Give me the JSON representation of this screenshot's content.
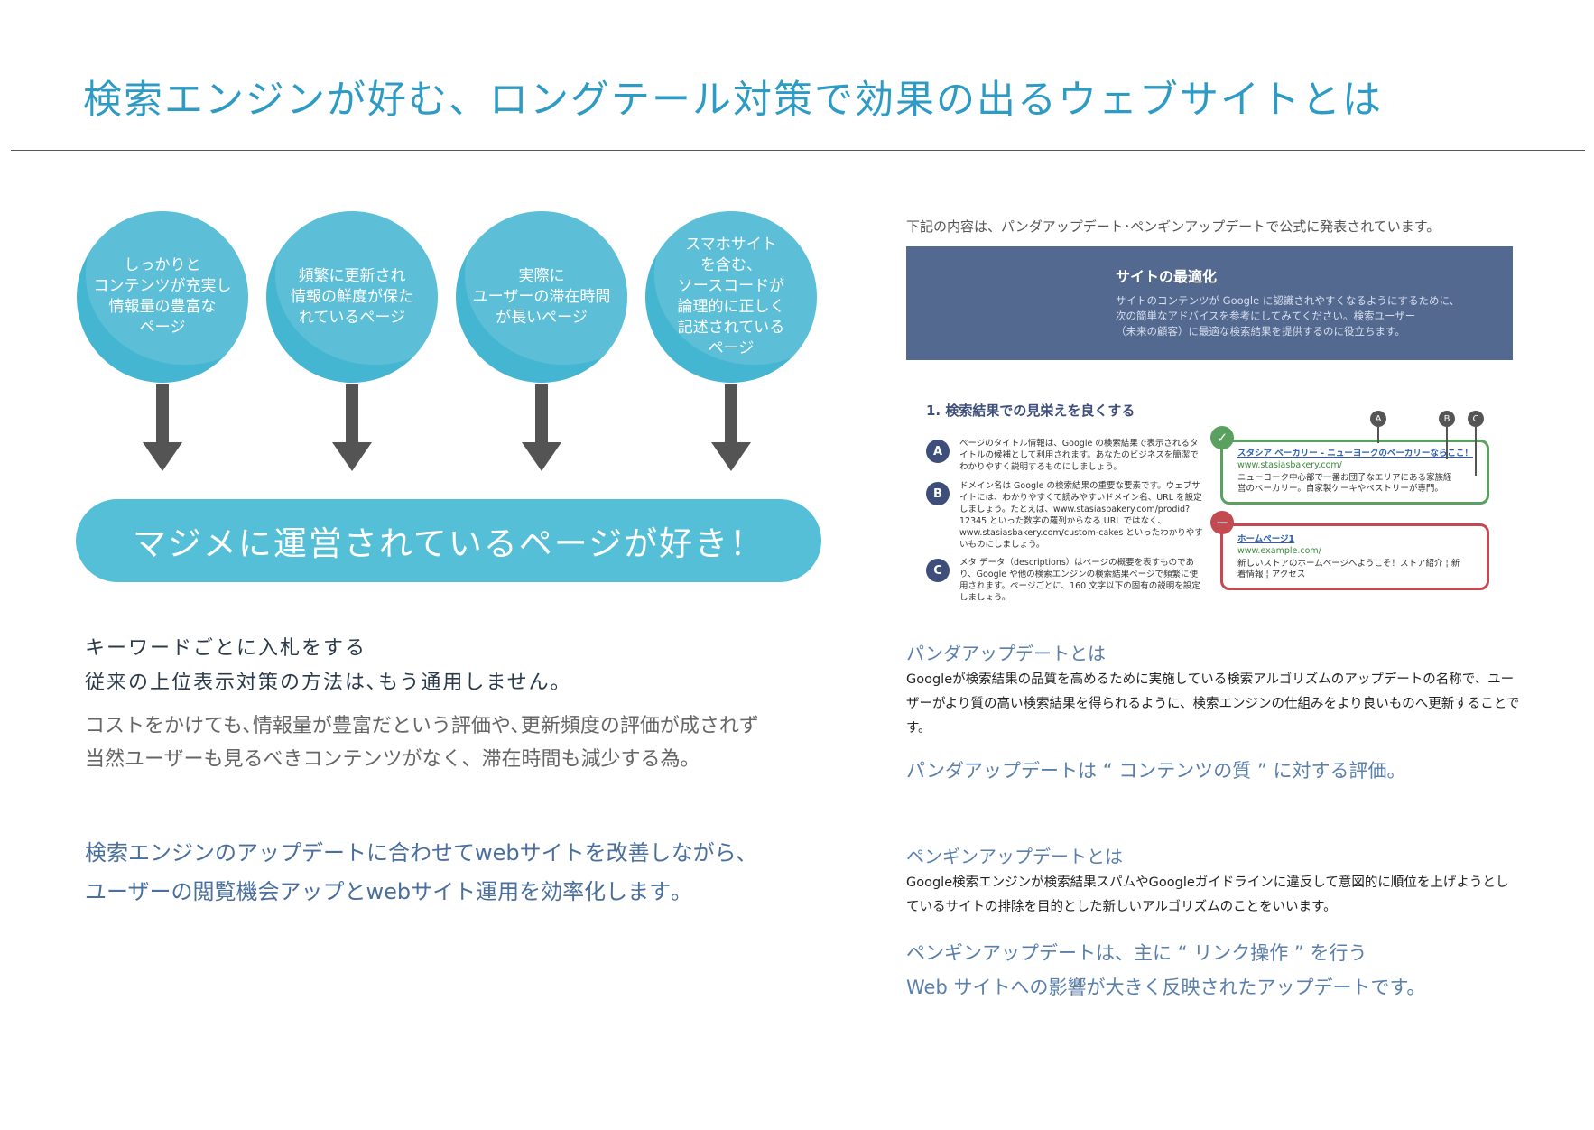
{
  "title": "検索エンジンが好む、ロングテール対策で効果の出るウェブサイトとは",
  "circles": [
    "しっかりと\nコンテンツが充実し\n情報量の豊富な\nページ",
    "頻繁に更新され\n情報の鮮度が保た\nれているページ",
    "実際に\nユーザーの滞在時間\nが長いページ",
    "スマホサイト\nを含む、\nソースコードが\n論理的に正しく\n記述されている\nページ"
  ],
  "pill_text": "マジメに運営されているページが好き！",
  "left": {
    "kw_line1": "キーワードごとに入札をする",
    "kw_line2": "従来の上位表示対策の方法は､もう通用しません｡",
    "gray_line1": "コストをかけても､情報量が豊富だという評価や､更新頻度の評価が成されず",
    "gray_line2": "当然ユーザーも見るべきコンテンツがなく、滞在時間も減少する為。",
    "blue_line1": "検索エンジンのアップデートに合わせてwebサイトを改善しながら､",
    "blue_line2": "ユーザーの閲覧機会アップとwebサイト運用を効率化します｡"
  },
  "right": {
    "note": "下記の内容は、パンダアップデート･ペンギンアップデートで公式に発表されています。",
    "banner_title": "サイトの最適化",
    "banner_desc": "サイトのコンテンツが Google に認識されやすくなるようにするために、\n次の簡単なアドバイスを参考にしてみてください。検索ユーザー\n（未来の顧客）に最適な検索結果を提供するのに役立ちます。",
    "section_title": "1. 検索結果での見栄えを良くする",
    "markers": [
      "A",
      "B",
      "C"
    ],
    "ok_icon": "check-icon",
    "ng_icon": "minus-icon",
    "item_a": "ページのタイトル情報は、Google の検索結果で表示されるタイトルの候補として利用されます。あなたのビジネスを簡潔でわかりやすく説明するものにしましょう。",
    "item_b": "ドメイン名は Google の検索結果の重要な要素です。ウェブサイトには、わかりやすくて読みやすいドメイン名、URL を設定しましょう。たとえば、www.stasiasbakery.com/prodid?12345 といった数字の羅列からなる URL ではなく、www.stasiasbakery.com/custom-cakes といったわかりやすいものにしましょう。",
    "item_c": "メタ データ（descriptions）はページの概要を表すものであり、Google や他の検索エンジンの検索結果ページで頻繁に使用されます。ページごとに、160 文字以下の固有の説明を設定しましょう。",
    "good_title": "スタシア ベーカリー - ニューヨークのベーカリーならここ！",
    "good_url": "www.stasiasbakery.com/",
    "good_desc": "ニューヨーク中心部で一番お団子なエリアにある家族経営のベーカリー。自家製ケーキやペストリーが専門。",
    "bad_title": "ホームページ1",
    "bad_url": "www.example.com/",
    "bad_desc": "新しいストアのホームページへようこそ！ストア紹介 ¦ 新着情報 ¦ アクセス",
    "panda_heading": "パンダアップデートとは",
    "panda_body": "Googleが検索結果の品質を高めるために実施している検索アルゴリズムのアップデートの名称で、ユーザーがより質の高い検索結果を得られるように、検索エンジンの仕組みをより良いものへ更新することです。",
    "panda_highlight": "パンダアップデートは “ コンテンツの質 ” に対する評価。",
    "penguin_heading": "ペンギンアップデートとは",
    "penguin_body": "Google検索エンジンが検索結果スパムやGoogleガイドラインに違反して意図的に順位を上げようとしているサイトの排除を目的とした新しいアルゴリズムのことをいいます。",
    "penguin_highlight1": "ペンギンアップデートは、主に “ リンク操作 ” を行う",
    "penguin_highlight2": "Web サイトへの影響が大きく反映されたアップデートです。"
  },
  "colors": {
    "title": "#2e9bc4",
    "circle": "#45b6d2",
    "pill": "#56bfd8",
    "arrow": "#545454",
    "banner": "#53698f",
    "accent_blue": "#5a7faa"
  }
}
